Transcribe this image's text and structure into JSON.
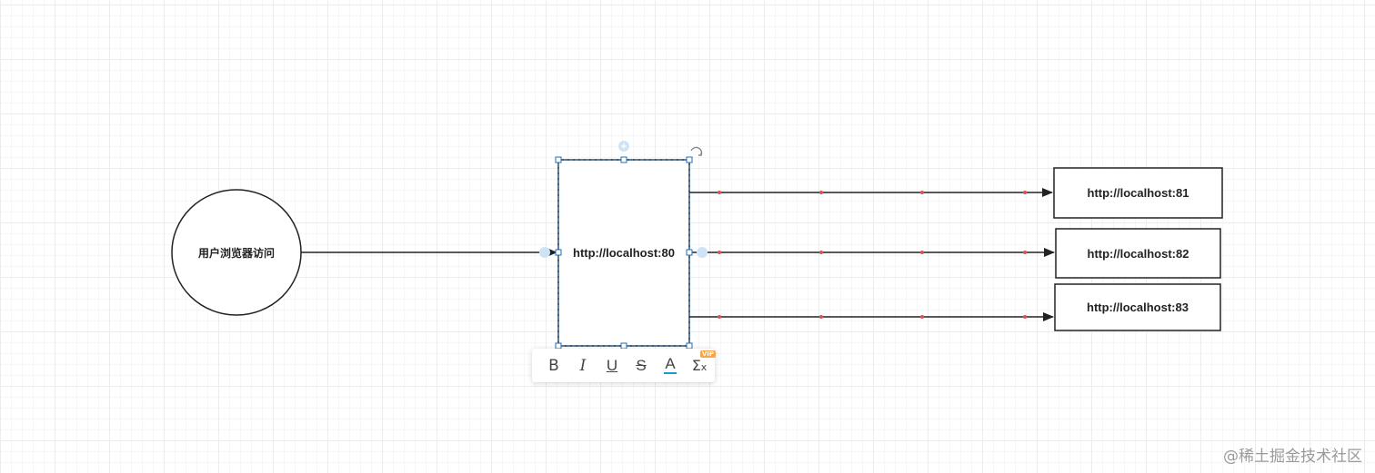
{
  "diagram": {
    "nodes": {
      "user_browser": {
        "label": "用户浏览器访问",
        "shape": "circle"
      },
      "proxy": {
        "label": "http://localhost:80",
        "shape": "rectangle",
        "selected": true
      },
      "server_1": {
        "label": "http://localhost:81",
        "shape": "rectangle"
      },
      "server_2": {
        "label": "http://localhost:82",
        "shape": "rectangle"
      },
      "server_3": {
        "label": "http://localhost:83",
        "shape": "rectangle"
      }
    },
    "edges": [
      {
        "from": "user_browser",
        "to": "proxy"
      },
      {
        "from": "proxy",
        "to": "server_1"
      },
      {
        "from": "proxy",
        "to": "server_2"
      },
      {
        "from": "proxy",
        "to": "server_3"
      }
    ]
  },
  "text_toolbar": {
    "bold_label": "B",
    "italic_label": "I",
    "underline_label": "U",
    "strikethrough_label": "S",
    "font_color_label": "A",
    "formula_label": "Σ",
    "formula_sub": "x",
    "vip_badge": "VIP"
  },
  "colors": {
    "stroke": "#222222",
    "selection": "#1f6fb8",
    "handle_fill": "#ffffff",
    "connector_point": "#cfe3f7",
    "waypoint": "#e05050",
    "font_color_bar": "#1d9bd1",
    "vip_badge": "#f5a54a"
  },
  "watermark": "@稀土掘金技术社区"
}
